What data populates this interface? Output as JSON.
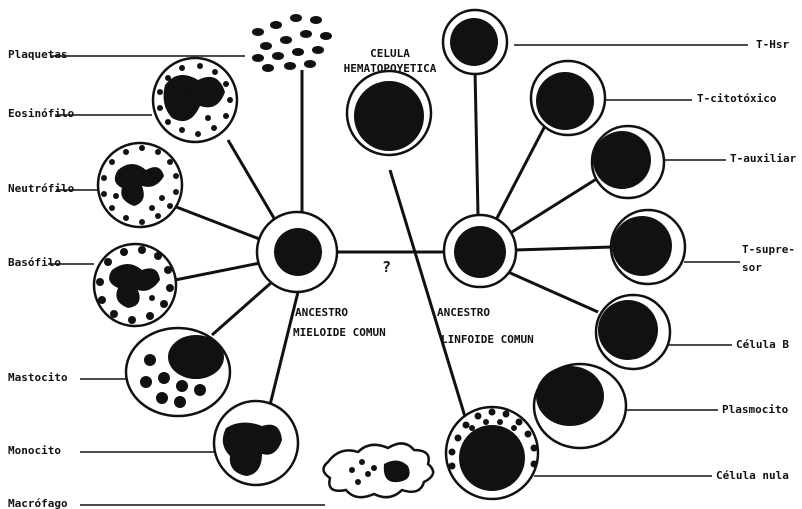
{
  "left_labels": {
    "plaquetas": "Plaquetas",
    "eosinofilo": "Eosinófilo",
    "neutrofilo": "Neutrófilo",
    "basofilo": "Basófilo",
    "mastocito": "Mastocito",
    "monocito": "Monocito",
    "macrofago": "Macrófago"
  },
  "right_labels": {
    "t_hsr": "T-Hsr",
    "t_citotoxico": "T-citotóxico",
    "t_auxiliar": "T-auxiliar",
    "t_supresor_line1": "T-supre-",
    "t_supresor_line2": "sor",
    "celula_b": "Célula B",
    "plasmocito": "Plasmocito",
    "celula_nula": "Célula nula"
  },
  "center_labels": {
    "hemato_line1": "CELULA",
    "hemato_line2": "HEMATOPOYETICA",
    "question": "?",
    "myeloid_line1": "ANCESTRO",
    "myeloid_line2": "MIELOIDE COMUN",
    "lymphoid_line1": "ANCESTRO",
    "lymphoid_line2": "LINFOIDE COMUN"
  }
}
